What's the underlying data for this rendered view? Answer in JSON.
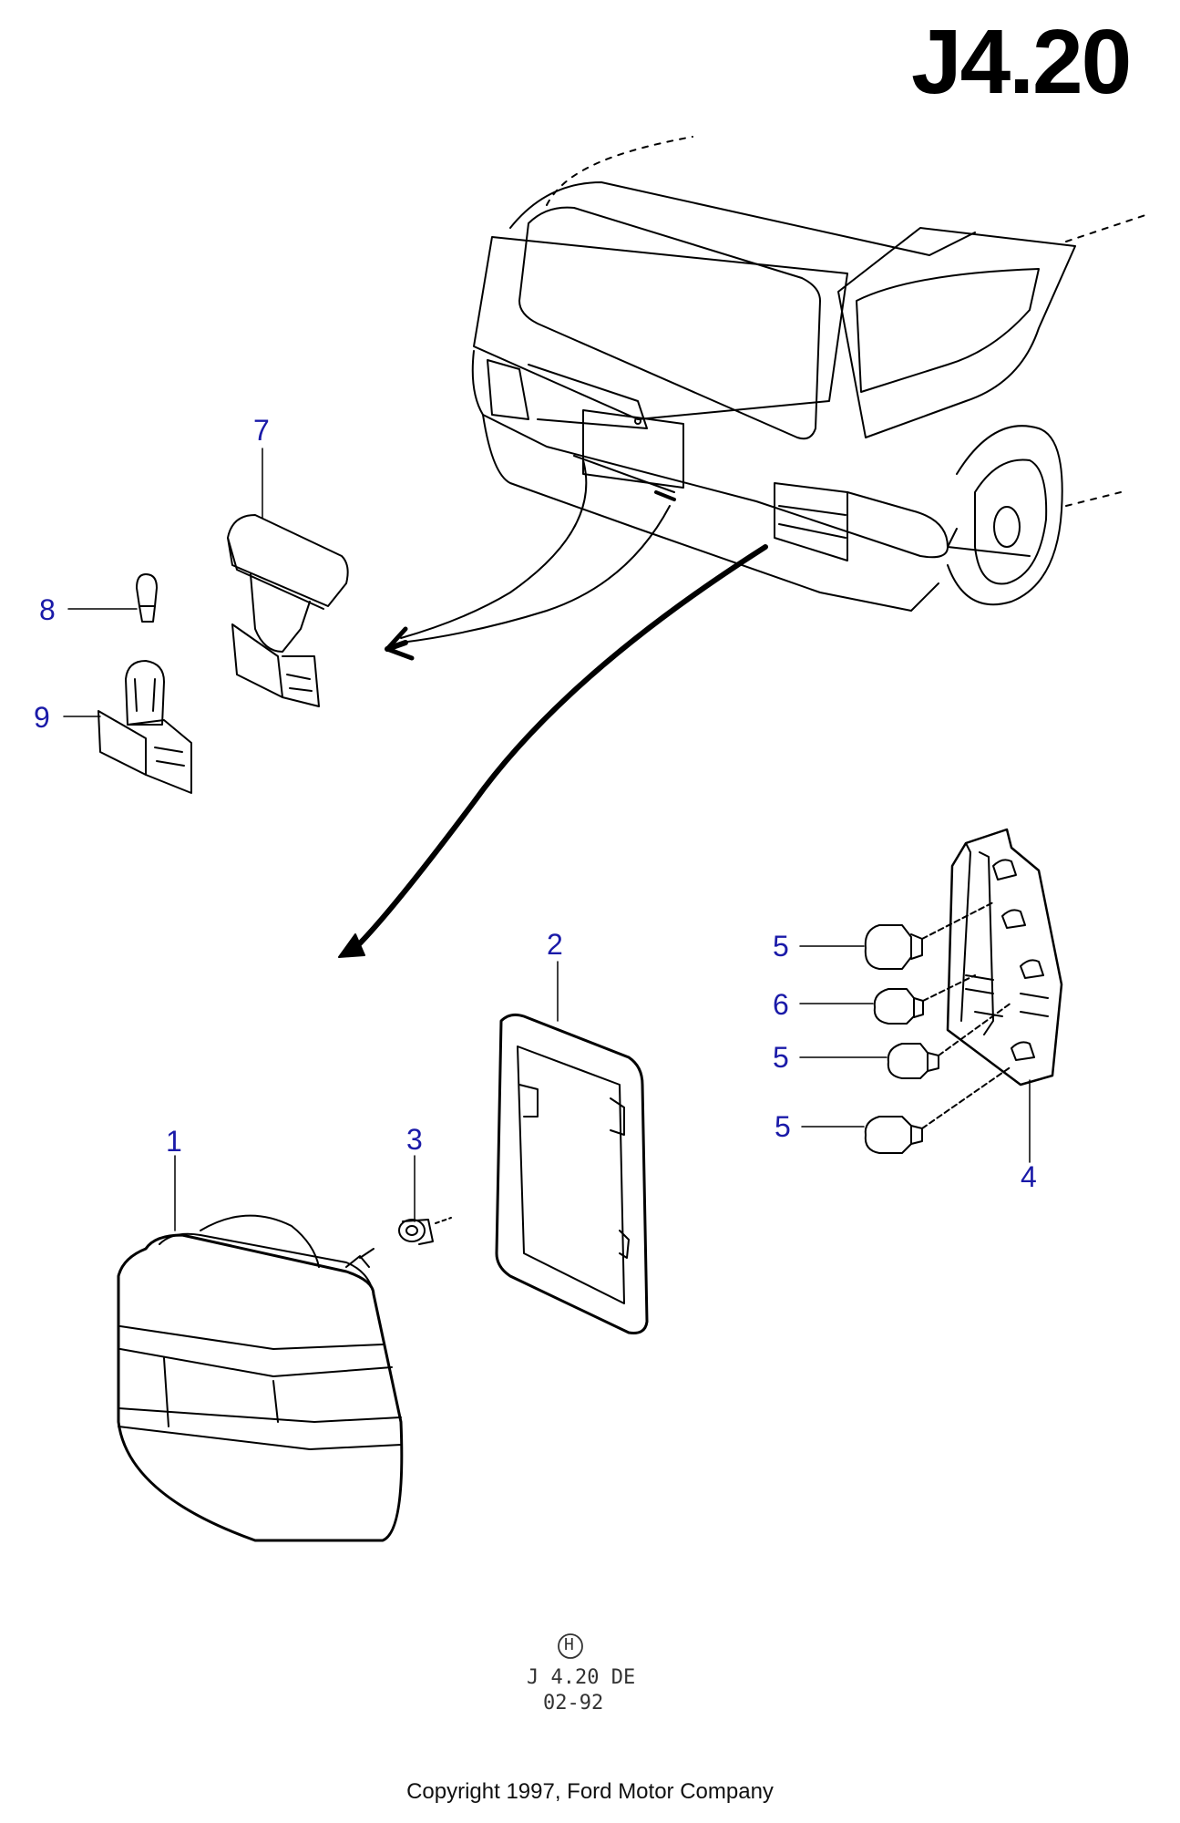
{
  "page_code": "J4.20",
  "footer": {
    "symbol": "H",
    "drawing_code": "J 4.20 DE",
    "date": "02-92"
  },
  "copyright": "Copyright 1997, Ford Motor Company",
  "callouts": [
    "7",
    "8",
    "9",
    "2",
    "5",
    "6",
    "5",
    "5",
    "1",
    "3",
    "4"
  ],
  "colors": {
    "callout": "#1a1aa8",
    "line": "#000000"
  }
}
